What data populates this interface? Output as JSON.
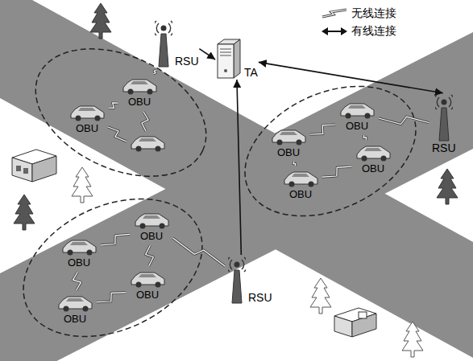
{
  "diagram": {
    "nodes": [
      {
        "text": [
          "TA"
        ]
      },
      {
        "text": [
          "RSU"
        ]
      },
      {
        "text": [
          "RSU"
        ]
      },
      {
        "text": [
          "RSU"
        ]
      },
      {
        "text": [
          "OBU"
        ]
      },
      {
        "text": [
          "OBU"
        ]
      },
      {
        "text": [
          "OBU"
        ]
      },
      {
        "text": [
          "OBU"
        ]
      },
      {
        "text": [
          "OBU"
        ]
      },
      {
        "text": [
          "OBU"
        ]
      },
      {
        "text": [
          "OBU"
        ]
      },
      {
        "text": [
          "OBU"
        ]
      },
      {
        "text": [
          "OBU"
        ]
      },
      {
        "text": [
          "OBU"
        ]
      }
    ],
    "edges": [
      {
        "from": 1,
        "to": 0,
        "arrow": "to"
      },
      {
        "from": 0,
        "to": 2,
        "arrow": "both"
      },
      {
        "from": 3,
        "to": 0,
        "arrow": "to"
      },
      {
        "from": 1,
        "to": 4,
        "arrow": "none"
      },
      {
        "from": 4,
        "to": 5,
        "arrow": "none"
      },
      {
        "from": 2,
        "to": 7,
        "arrow": "none"
      },
      {
        "from": 6,
        "to": 7,
        "arrow": "none"
      },
      {
        "from": 6,
        "to": 8,
        "arrow": "none"
      },
      {
        "from": 8,
        "to": 9,
        "arrow": "none"
      },
      {
        "from": 7,
        "to": 9,
        "arrow": "none"
      },
      {
        "from": 3,
        "to": 10,
        "arrow": "none"
      },
      {
        "from": 10,
        "to": 11,
        "arrow": "none"
      },
      {
        "from": 11,
        "to": 13,
        "arrow": "none"
      },
      {
        "from": 13,
        "to": 12,
        "arrow": "none"
      },
      {
        "from": 10,
        "to": 12,
        "arrow": "none"
      }
    ],
    "legend": [
      {
        "text": "无线连接"
      },
      {
        "text": "有线连接"
      }
    ]
  }
}
